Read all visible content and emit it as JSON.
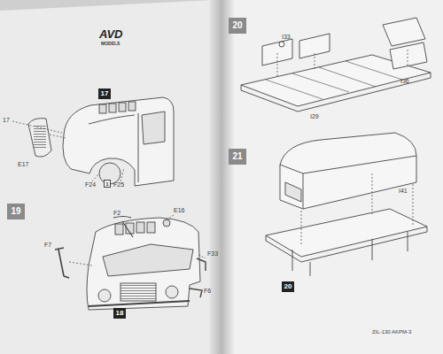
{
  "diagram": {
    "nodes": [
      {
        "text": [
          "17"
        ]
      },
      {
        "text": [
          "1"
        ]
      },
      {
        "text": [
          "19"
        ]
      },
      {
        "text": [
          "18"
        ]
      },
      {
        "text": [
          "20"
        ]
      },
      {
        "text": [
          "21"
        ]
      },
      {
        "text": [
          "20"
        ]
      }
    ],
    "labels": [
      "AVD",
      "MODELS",
      "17",
      "E17",
      "F24",
      "F25",
      "F2",
      "E16",
      "F7",
      "F33",
      "F6",
      "I33",
      "I36",
      "I29",
      "I41",
      "ZIL-130 AKPM-3"
    ]
  }
}
